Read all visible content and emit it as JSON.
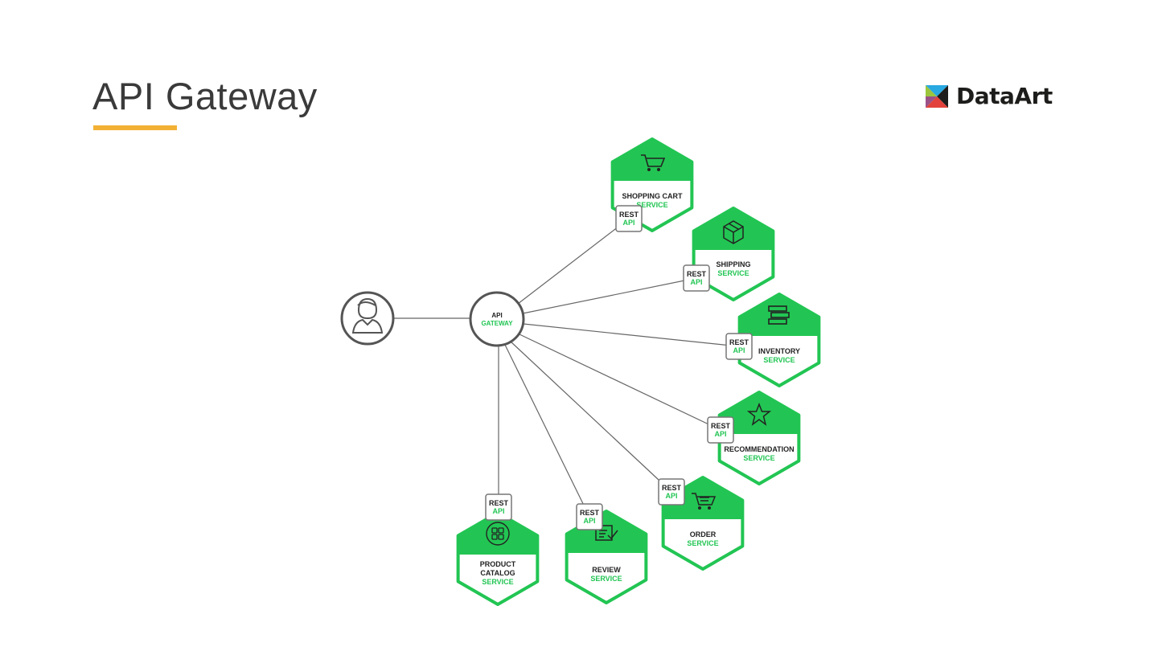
{
  "slide": {
    "title": "API Gateway",
    "accent_color": "#f2b134",
    "brand": "DataArt"
  },
  "diagram": {
    "client_icon": "user-icon",
    "gateway": {
      "line1": "API",
      "line2": "GATEWAY"
    },
    "rest_badge": {
      "line1": "REST",
      "line2": "API"
    },
    "service_color": "#22c553",
    "services": [
      {
        "id": "shopping-cart",
        "icon": "cart-icon",
        "lines": [
          "SHOPPING CART"
        ],
        "suffix": "SERVICE"
      },
      {
        "id": "shipping",
        "icon": "package-icon",
        "lines": [
          "SHIPPING"
        ],
        "suffix": "SERVICE"
      },
      {
        "id": "inventory",
        "icon": "stack-icon",
        "lines": [
          "INVENTORY"
        ],
        "suffix": "SERVICE"
      },
      {
        "id": "recommendation",
        "icon": "star-icon",
        "lines": [
          "RECOMMENDATION"
        ],
        "suffix": "SERVICE"
      },
      {
        "id": "order",
        "icon": "order-cart-icon",
        "lines": [
          "ORDER"
        ],
        "suffix": "SERVICE"
      },
      {
        "id": "review",
        "icon": "review-icon",
        "lines": [
          "REVIEW"
        ],
        "suffix": "SERVICE"
      },
      {
        "id": "product-catalog",
        "icon": "catalog-grid-icon",
        "lines": [
          "PRODUCT",
          "CATALOG"
        ],
        "suffix": "SERVICE"
      }
    ]
  }
}
